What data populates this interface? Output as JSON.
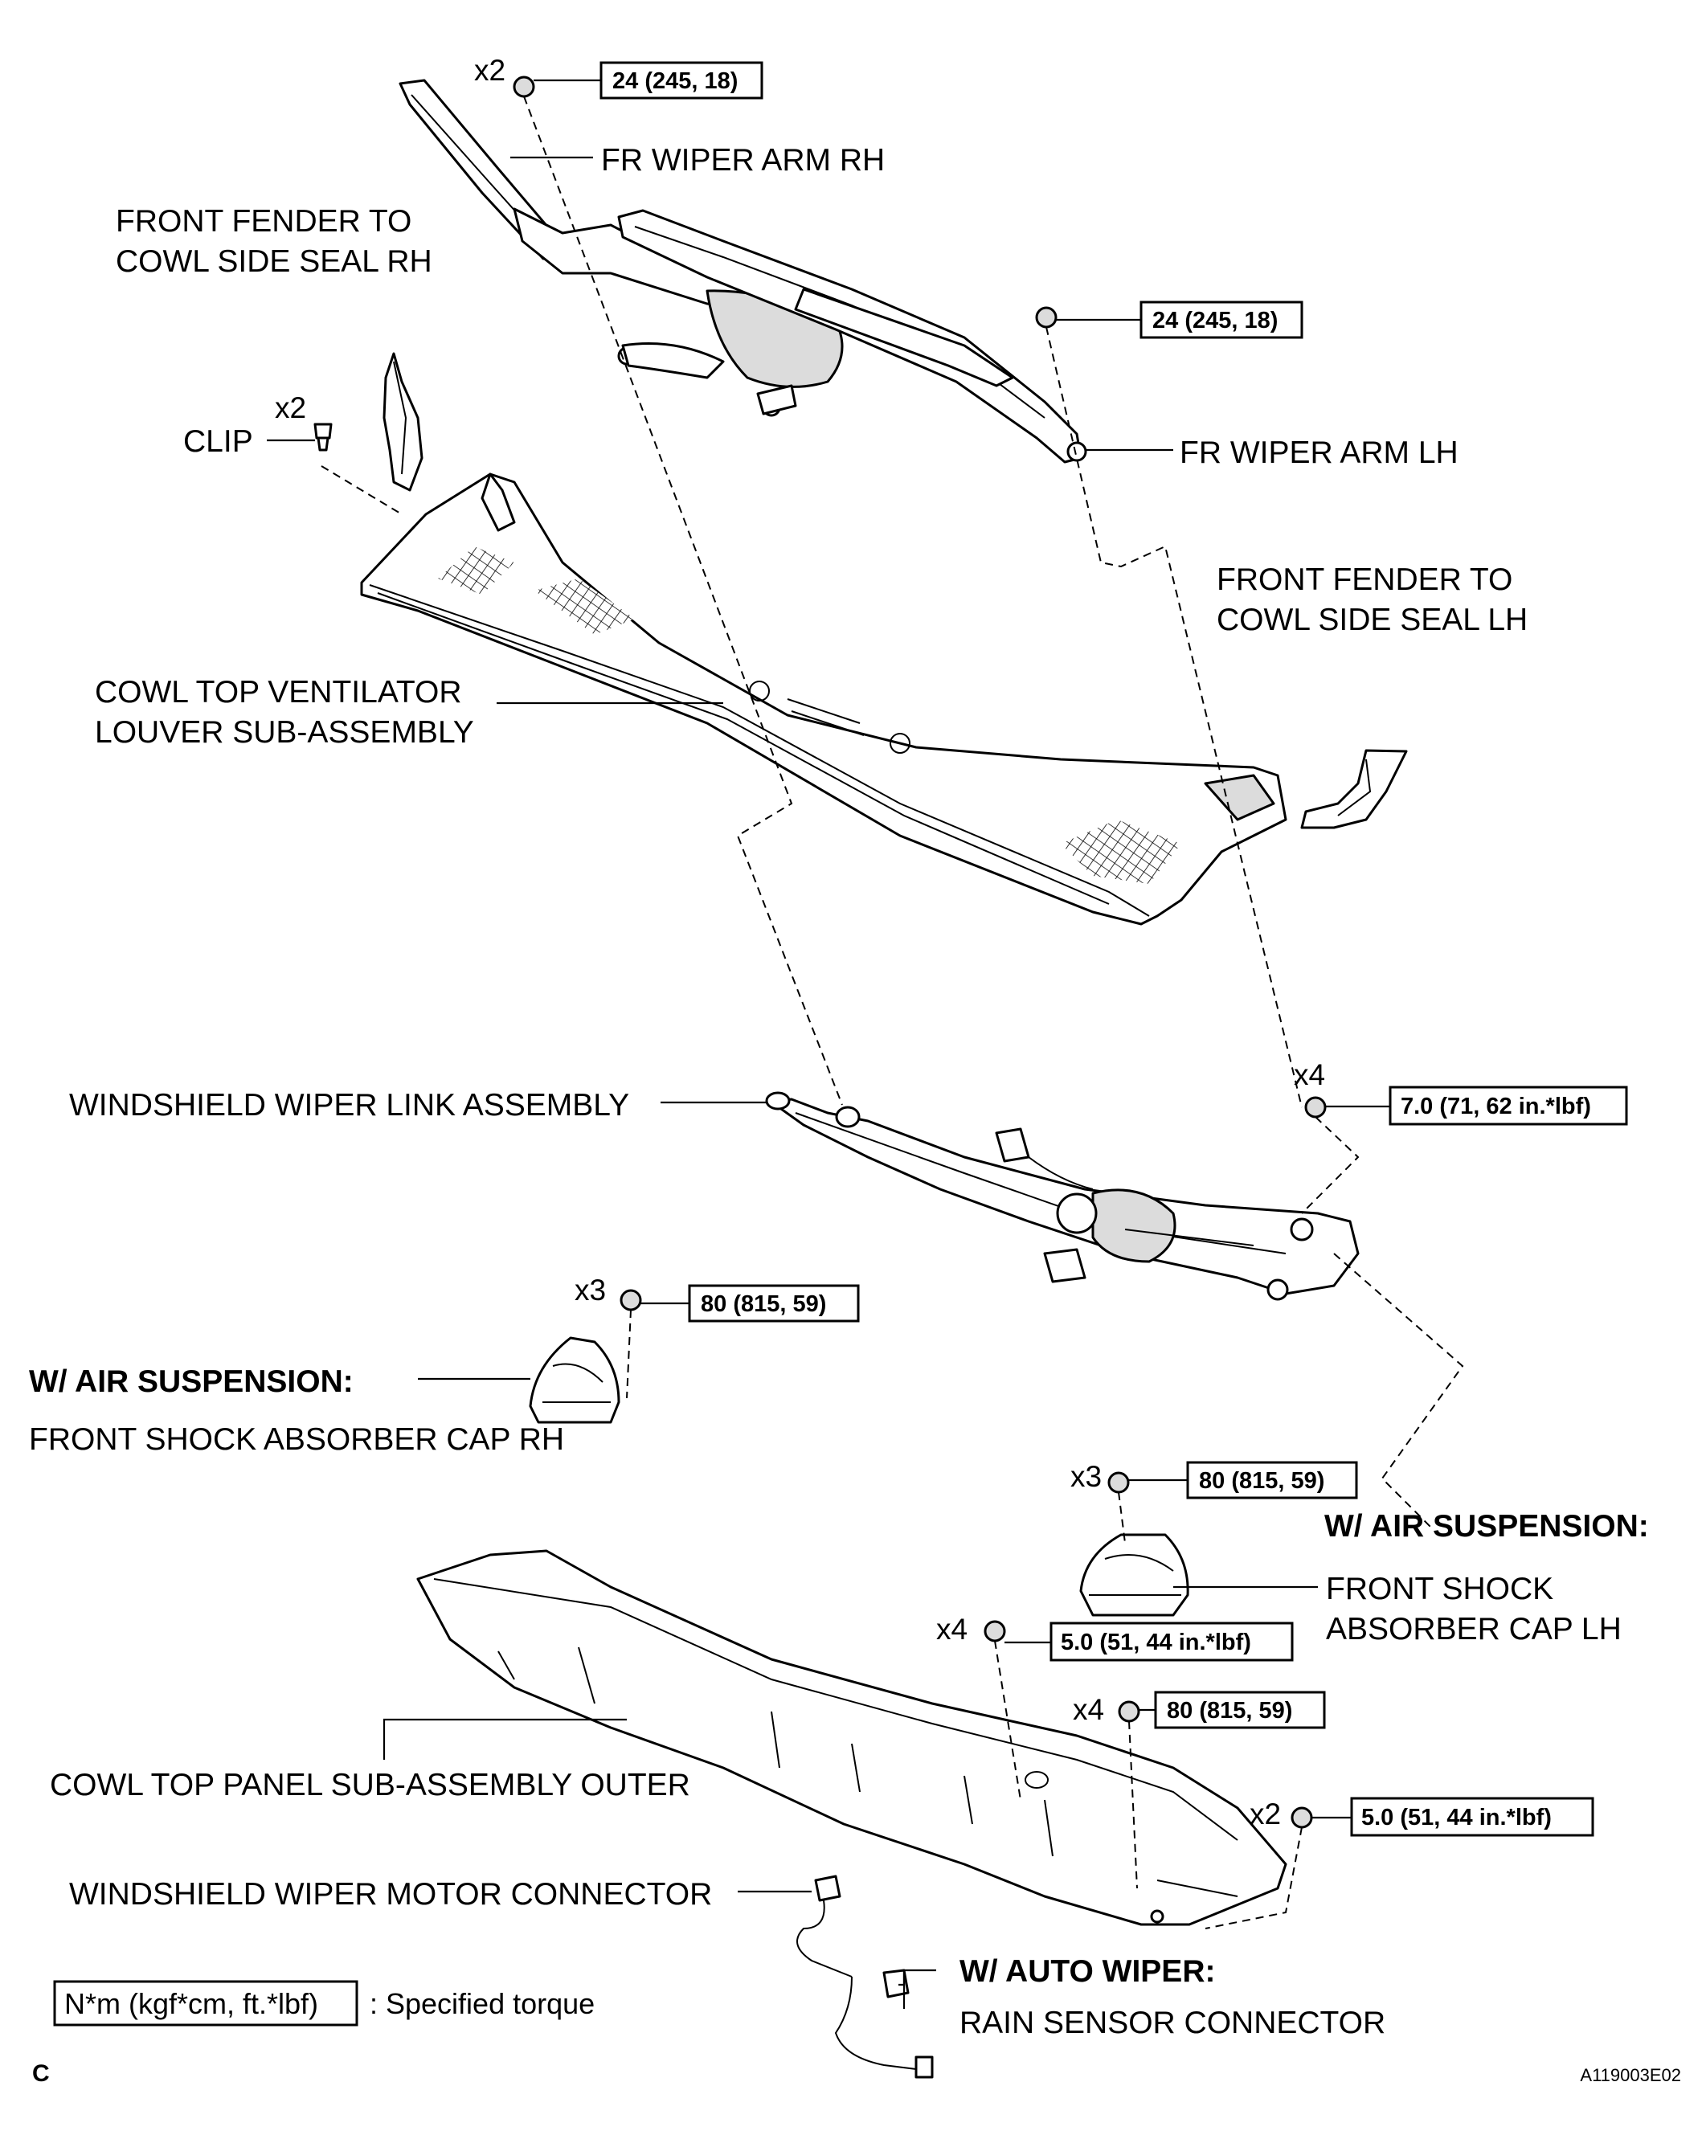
{
  "labels": {
    "fr_wiper_arm_rh": "FR WIPER ARM RH",
    "front_fender_seal_rh_1": "FRONT FENDER TO",
    "front_fender_seal_rh_2": "COWL SIDE SEAL RH",
    "clip": "CLIP",
    "fr_wiper_arm_lh": "FR WIPER ARM LH",
    "front_fender_seal_lh_1": "FRONT FENDER TO",
    "front_fender_seal_lh_2": "COWL SIDE SEAL LH",
    "cowl_louver_1": "COWL TOP VENTILATOR",
    "cowl_louver_2": "LOUVER SUB-ASSEMBLY",
    "wiper_link": "WINDSHIELD WIPER LINK ASSEMBLY",
    "air_susp_rh": "W/ AIR SUSPENSION:",
    "shock_cap_rh": "FRONT SHOCK ABSORBER CAP RH",
    "air_susp_lh": "W/ AIR SUSPENSION:",
    "shock_cap_lh_1": "FRONT SHOCK",
    "shock_cap_lh_2": "ABSORBER CAP LH",
    "cowl_panel_outer": "COWL TOP PANEL SUB-ASSEMBLY OUTER",
    "wiper_motor_connector": "WINDSHIELD WIPER MOTOR CONNECTOR",
    "auto_wiper": "W/ AUTO WIPER:",
    "rain_sensor_connector": "RAIN SENSOR CONNECTOR"
  },
  "quantities": {
    "arm_rh_nut": "x2",
    "clip": "x2",
    "link_bolt": "x4",
    "cap_rh_nut": "x3",
    "cap_lh_nut": "x3",
    "panel_bolt": "x4",
    "panel_nut": "x4",
    "panel_nut_side": "x2"
  },
  "torques": {
    "arm_rh": "24 (245, 18)",
    "arm_lh": "24 (245, 18)",
    "link": "7.0 (71, 62 in.*lbf)",
    "cap_rh": "80 (815, 59)",
    "cap_lh": "80 (815, 59)",
    "panel_bolt": "5.0 (51, 44 in.*lbf)",
    "panel_nut": "80 (815, 59)",
    "panel_nut_side": "5.0 (51, 44 in.*lbf)"
  },
  "legend": {
    "box": "N*m (kgf*cm, ft.*lbf)",
    "text": ": Specified torque"
  },
  "footer": {
    "corner_letter": "C",
    "figure_id": "A119003E02"
  }
}
